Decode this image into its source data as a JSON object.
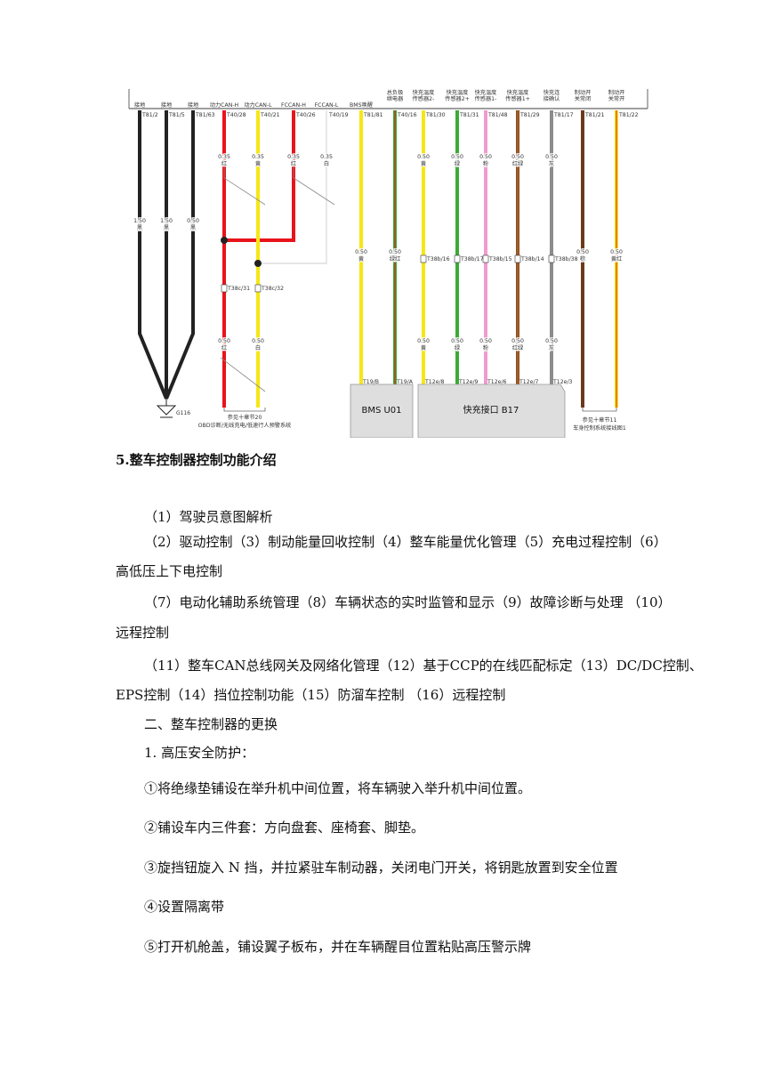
{
  "diagram": {
    "top_labels": [
      "接地",
      "接地",
      "接地",
      "动力CAN-H",
      "动力CAN-L",
      "FCCAN-H",
      "FCCAN-L",
      "BMS唤醒",
      "总负极\n继电器",
      "快充温度\n传感器2-",
      "快充温度\n传感器2+",
      "快充温度\n传感器1-",
      "快充温度\n传感器1+",
      "快充连\n接确认",
      "制动开\n关常闭",
      "制动开\n关常开"
    ],
    "pins": [
      "T81/2",
      "T81/5",
      "T81/63",
      "T40/28",
      "T40/21",
      "T40/26",
      "T40/19",
      "T81/81",
      "T40/16",
      "T81/30",
      "T81/31",
      "T81/48",
      "T81/29",
      "T81/17",
      "T81/21",
      "T81/22"
    ],
    "wire_specs": [
      [
        "1.50",
        "黑"
      ],
      [
        "1.50",
        "黑"
      ],
      [
        "0.50",
        "黑"
      ],
      [
        "0.35",
        "红"
      ],
      [
        "0.35",
        "黄"
      ],
      [
        "0.35",
        "红"
      ],
      [
        "0.35",
        "白"
      ],
      [
        "0.50",
        "黄"
      ],
      [
        "0.50",
        "绿红"
      ],
      [
        "0.50",
        "黄"
      ],
      [
        "0.50",
        "绿"
      ],
      [
        "0.50",
        "粉"
      ],
      [
        "0.50",
        "红绿"
      ],
      [
        "0.50",
        "灰"
      ],
      [
        "0.50",
        "棕"
      ],
      [
        "0.50",
        "黄红"
      ]
    ],
    "connectors_mid": [
      "T38c/31",
      "T38c/32",
      "T38b/16",
      "T38b/17",
      "T38b/15",
      "T38b/14",
      "T38b/38"
    ],
    "lower_specs": [
      [
        "0.50",
        "红"
      ],
      [
        "0.50",
        "白"
      ],
      [
        "0.50",
        "黄"
      ],
      [
        "0.50",
        "绿"
      ],
      [
        "0.50",
        "粉"
      ],
      [
        "0.50",
        "红绿"
      ],
      [
        "0.50",
        "灰"
      ]
    ],
    "bottom_pins": [
      "T19/B",
      "T19/A",
      "T12e/8",
      "T12e/9",
      "T12e/6",
      "T12e/7",
      "T12e/3"
    ],
    "ground": "G116",
    "ref1": "参见十章节20",
    "ref1_sub": "OBD诊断/无线充电/低速行人预警系统",
    "ref2": "参见十章节11",
    "ref2_sub": "车身控制系统接线图1",
    "module1": "BMS U01",
    "module2": "快充接口 B17",
    "colors": {
      "black": "#222222",
      "red": "#e8141b",
      "yellow": "#f6e714",
      "white": "#d8d8d8",
      "green": "#3caa35",
      "pink": "#f29ad0",
      "redgreen": "#b53a1d",
      "gray": "#8c8c8c",
      "brown": "#6b3a1c"
    }
  },
  "text": {
    "section5": "5.整车控制器控制功能介绍",
    "l1": "（1）驾驶员意图解析",
    "l2a": "（2）驱动控制（3）制动能量回收控制（4）整车能量优化管理（5）充电过程控制（6）",
    "l2b": "高低压上下电控制",
    "l3a": "（7）电动化辅助系统管理（8）车辆状态的实时监管和显示（9）故障诊断与处理 （10）",
    "l3b": "远程控制",
    "l4a": "（11）整车CAN总线网关及网络化管理（12）基于CCP的在线匹配标定（13）DC/DC控制、",
    "l4b": "EPS控制（14）挡位控制功能（15）防溜车控制 （16）远程控制",
    "sec2": "二、整车控制器的更换",
    "hv": "1. 高压安全防护：",
    "s1": "①将绝缘垫铺设在举升机中间位置，将车辆驶入举升机中间位置。",
    "s2": "②铺设车内三件套：方向盘套、座椅套、脚垫。",
    "s3": "③旋挡钮旋入 N 挡，并拉紧驻车制动器，关闭电门开关，将钥匙放置到安全位置",
    "s4": "④设置隔离带",
    "s5": "⑤打开机舱盖，铺设翼子板布，并在车辆醒目位置粘贴高压警示牌"
  }
}
